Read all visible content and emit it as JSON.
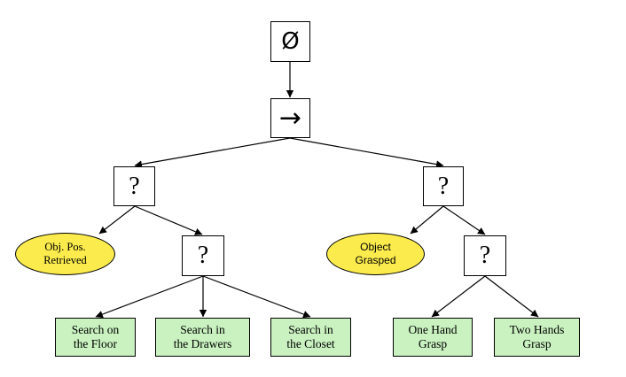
{
  "root": {
    "symbol": "Ø"
  },
  "sequence": {
    "symbol": "→"
  },
  "fallbacks": {
    "left": {
      "symbol": "?"
    },
    "left_inner": {
      "symbol": "?"
    },
    "right": {
      "symbol": "?"
    },
    "right_inner": {
      "symbol": "?"
    }
  },
  "conditions": {
    "obj_pos_retrieved": "Obj. Pos.\nRetrieved",
    "object_grasped": "Object\nGrasped"
  },
  "actions": {
    "search_floor": "Search on\nthe Floor",
    "search_drawers": "Search in\nthe Drawers",
    "search_closet": "Search in\nthe Closet",
    "one_hand": "One Hand\nGrasp",
    "two_hands": "Two Hands\nGrasp"
  },
  "colors": {
    "condition_fill": "#fbeb4d",
    "action_fill": "#c9f2c0",
    "stroke": "#000000"
  }
}
